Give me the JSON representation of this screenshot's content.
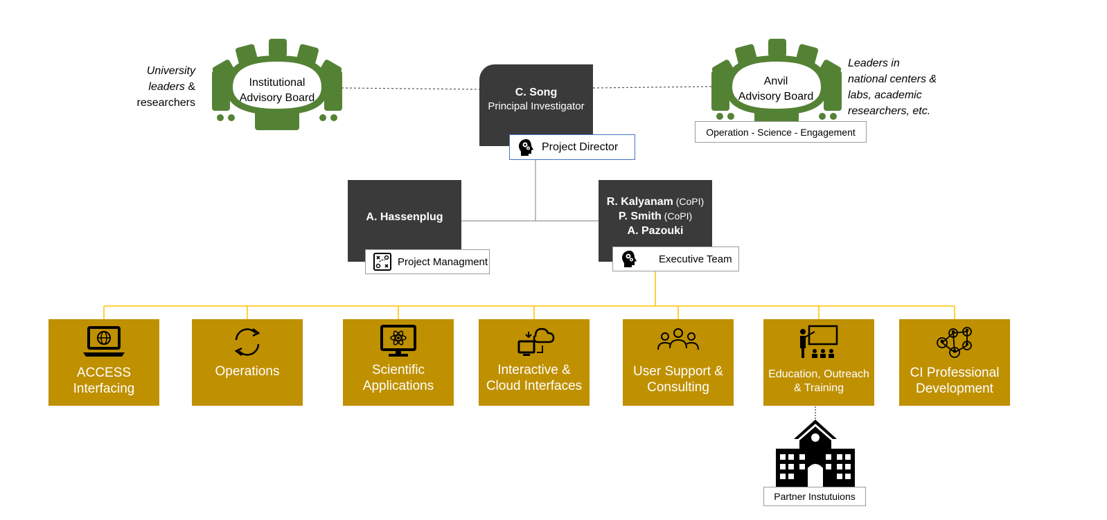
{
  "boards": {
    "institutional": {
      "label_line1": "Institutional",
      "label_line2": "Advisory Board",
      "note_line1": "University",
      "note_line2": "leaders",
      "note_line2_suffix": " &",
      "note_line3": "researchers"
    },
    "anvil": {
      "label_line1": "Anvil",
      "label_line2": "Advisory Board",
      "note_line1": "Leaders in",
      "note_line2": "national centers &",
      "note_line3": "labs, academic",
      "note_line4": "researchers, etc.",
      "tag": "Operation - Science - Engagement"
    }
  },
  "pi": {
    "name": "C. Song",
    "role": "Principal Investigator",
    "tag": "Project Director"
  },
  "pm": {
    "name": "A. Hassenplug",
    "tag": "Project Managment"
  },
  "exec": {
    "name1": "R. Kalyanam",
    "name1_suffix": " (CoPI)",
    "name2": "P. Smith",
    "name2_suffix": " (CoPI)",
    "name3": "A. Pazouki",
    "tag": "Executive Team"
  },
  "teams": [
    {
      "line1": "ACCESS",
      "line2": "Interfacing",
      "icon": "laptop-globe-icon"
    },
    {
      "line1": "Operations",
      "line2": "",
      "icon": "refresh-cycle-icon"
    },
    {
      "line1": "Scientific",
      "line2": "Applications",
      "icon": "monitor-atom-icon"
    },
    {
      "line1": "Interactive &",
      "line2": "Cloud Interfaces",
      "icon": "cloud-computer-icon"
    },
    {
      "line1": "User Support &",
      "line2": "Consulting",
      "icon": "users-group-icon"
    },
    {
      "line1": "Education, Outreach",
      "line2": "& Training",
      "icon": "teacher-icon"
    },
    {
      "line1": "CI Professional",
      "line2": "Development",
      "icon": "people-network-icon"
    }
  ],
  "partner": {
    "label": "Partner Instutuions",
    "icon": "school-building-icon"
  },
  "colors": {
    "board_green": "#548235",
    "dark_box": "#3a3a3a",
    "team_gold": "#bf9000",
    "connector_gold": "#ffc000"
  }
}
